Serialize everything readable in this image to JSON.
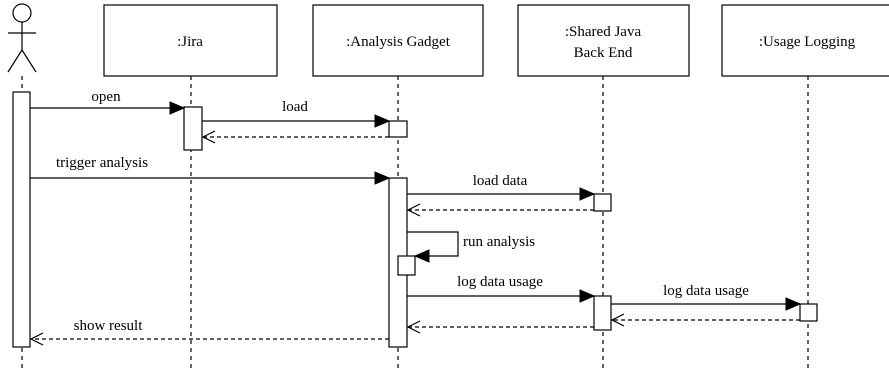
{
  "participants": {
    "jira": ":Jira",
    "gadget": ":Analysis Gadget",
    "backend_line1": ":Shared Java",
    "backend_line2": "Back End",
    "logging": ":Usage Logging"
  },
  "messages": {
    "open": "open",
    "load": "load",
    "trigger_analysis": "trigger analysis",
    "load_data": "load data",
    "run_analysis": "run analysis",
    "log_data_usage_1": "log data usage",
    "log_data_usage_2": "log data usage",
    "show_result": "show result"
  }
}
